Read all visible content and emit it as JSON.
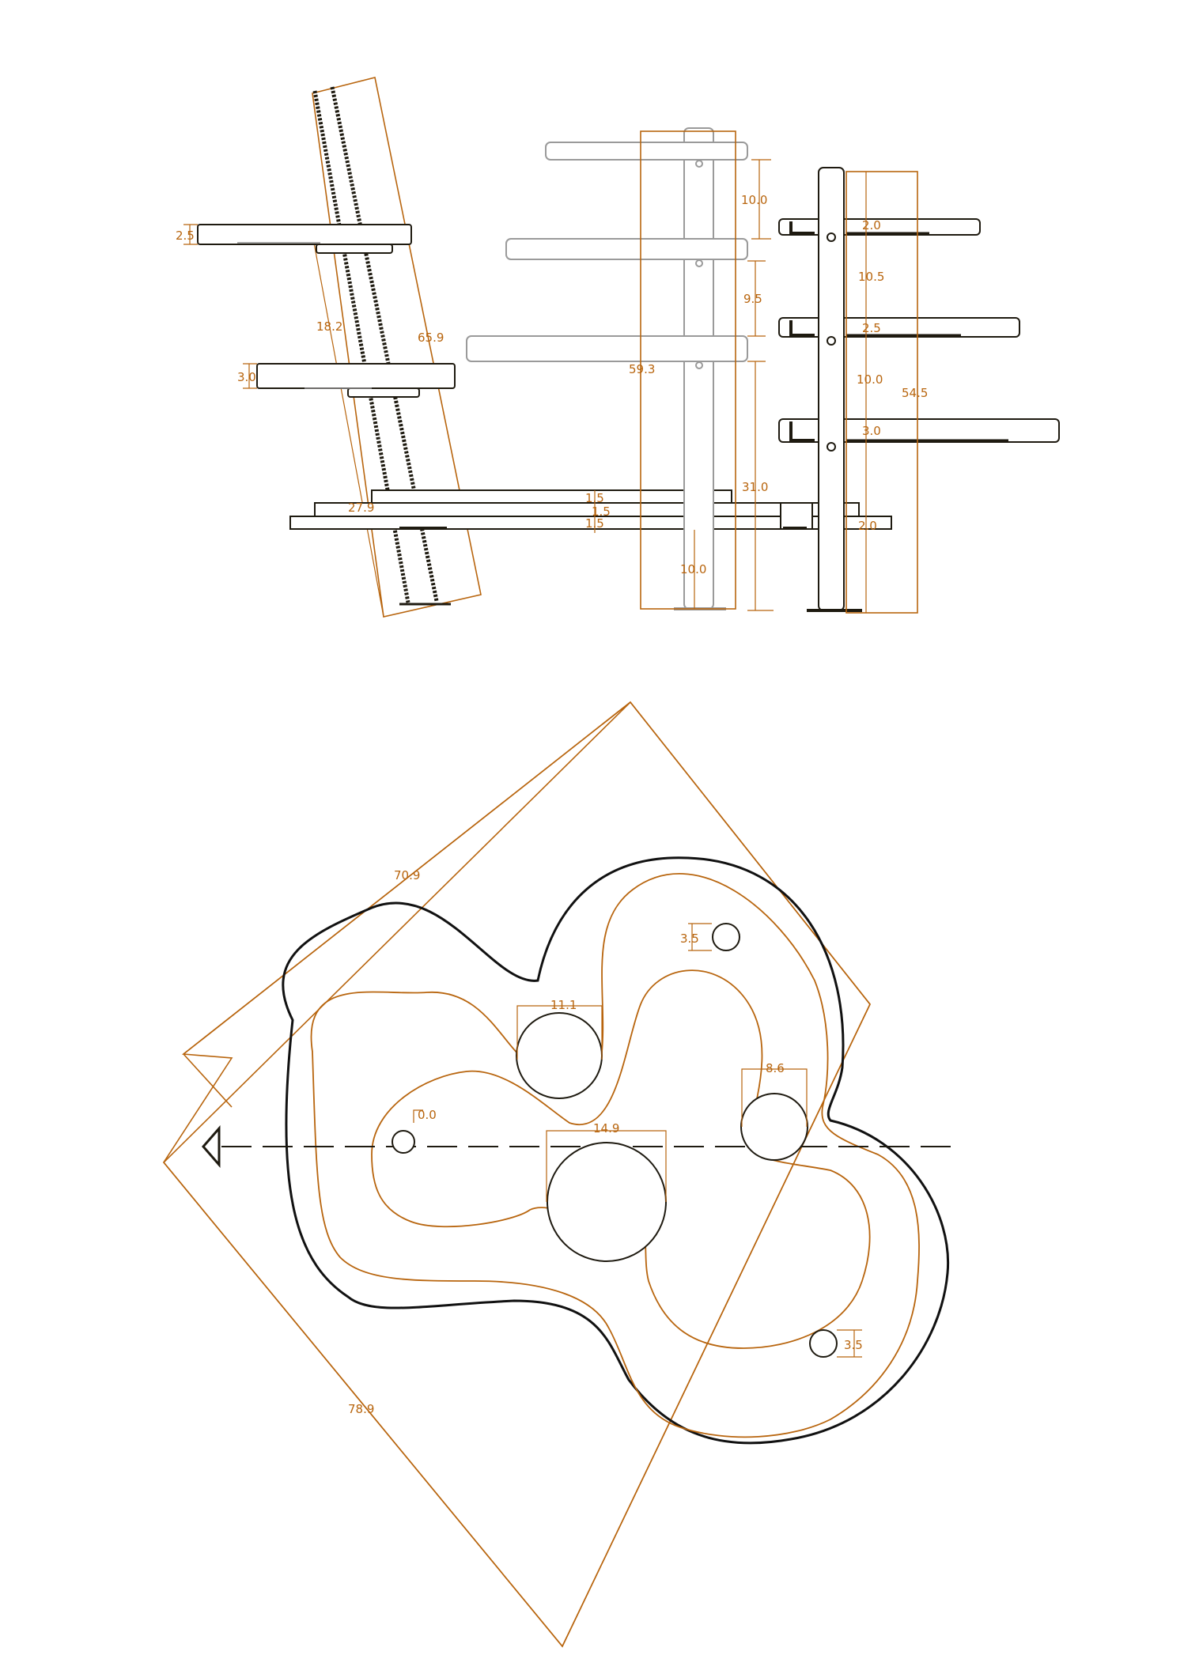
{
  "colors": {
    "dimension": "#b8650e",
    "outline": "#1e1a10",
    "ghost": "#9a9a9a"
  },
  "elevation": {
    "left_shelf_top_thickness": "2.5",
    "left_shelf_lower_thickness": "3.0",
    "lean_short_span": "18.2",
    "lean_long_span": "65.9",
    "bottom_board_width": "27.9",
    "plank_1_thickness": "1.5",
    "plank_2_thickness": "1.5",
    "plank_3_thickness": "1.5",
    "center_height": "59.3",
    "center_gap_top": "10.0",
    "center_gap_mid": "9.5",
    "center_gap_low": "31.0",
    "center_foot": "10.0",
    "right_shelf_1_thickness": "2.0",
    "right_gap_1": "10.5",
    "right_shelf_2_thickness": "2.5",
    "right_gap_2": "10.0",
    "right_height": "54.5",
    "right_shelf_3_thickness": "3.0",
    "right_base_thickness": "2.0"
  },
  "plan": {
    "bounding_width": "70.9",
    "bounding_length": "78.9",
    "hole_upper_right": "3.5",
    "hole_lower_right": "3.5",
    "post_upper_diameter": "11.1",
    "post_right_diameter": "8.6",
    "post_center_diameter": "14.9",
    "origin_offset": "0.0"
  }
}
